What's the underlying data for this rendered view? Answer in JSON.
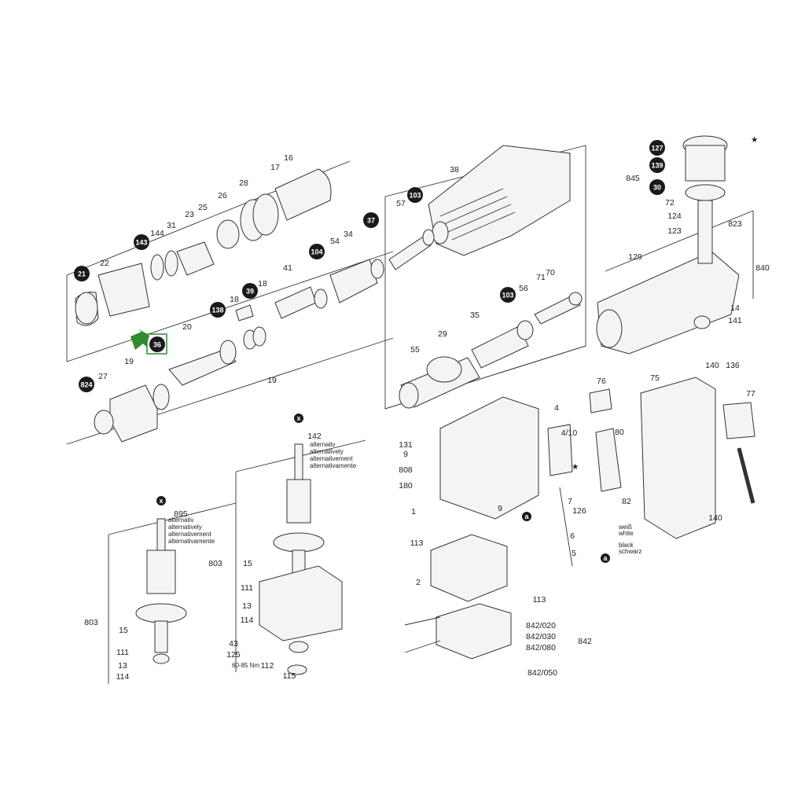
{
  "colors": {
    "accent": "#2e8b2e",
    "badge": "#1a1a1a",
    "line": "#333333"
  },
  "highlight": {
    "part_number": "36",
    "pointer": "arrow-icon"
  },
  "marks": {
    "star": "★",
    "x_mark": "x",
    "a_mark": "a"
  },
  "alternative_text": {
    "a1": "alternativ",
    "a2": "alternatively",
    "a3": "alternativement",
    "a4": "alternativamente"
  },
  "wire_labels": {
    "white_de": "weiß",
    "white_en": "white",
    "black_en": "black",
    "black_de": "schwarz"
  },
  "torque": "60-85 Nm",
  "parts": {
    "p21": "21",
    "p22": "22",
    "p143": "143",
    "p144": "144",
    "p31": "31",
    "p23": "23",
    "p25": "25",
    "p26": "26",
    "p28": "28",
    "p17": "17",
    "p16": "16",
    "p38": "38",
    "p103a": "103",
    "p57": "57",
    "p37": "37",
    "p104": "104",
    "p54": "54",
    "p34": "34",
    "p41": "41",
    "p39": "39",
    "p18a": "18",
    "p18b": "18",
    "p138": "138",
    "p20": "20",
    "p36": "36",
    "p27": "27",
    "p19a": "19",
    "p19b": "19",
    "p824": "824",
    "p127": "127",
    "p139": "139",
    "p30": "30",
    "p845": "845",
    "p72": "72",
    "p124": "124",
    "p123": "123",
    "p823": "823",
    "p129": "129",
    "p840": "840",
    "p14": "14",
    "p141": "141",
    "p103b": "103",
    "p56": "56",
    "p71": "71",
    "p70": "70",
    "p35": "35",
    "p29": "29",
    "p55": "55",
    "p140a": "140",
    "p136": "136",
    "p75": "75",
    "p77": "77",
    "p76": "76",
    "p4": "4",
    "p410": "4/10",
    "p80": "80",
    "p82": "82",
    "p140b": "140",
    "p126": "126",
    "p7": "7",
    "p6": "6",
    "p5": "5",
    "p131": "131",
    "p9a": "9",
    "p808": "808",
    "p180": "180",
    "p1": "1",
    "p9b": "9",
    "p113a": "113",
    "p2": "2",
    "p113b": "113",
    "p842020": "842/020",
    "p842030": "842/030",
    "p842080": "842/080",
    "p842050": "842/050",
    "p842": "842",
    "p142": "142",
    "p803a": "803",
    "p15a": "15",
    "p111a": "111",
    "p13a": "13",
    "p114a": "114",
    "p43": "43",
    "p125": "125",
    "p112": "112",
    "p115": "115",
    "p895": "895",
    "p803b": "803",
    "p15b": "15",
    "p111b": "111",
    "p13b": "13",
    "p114b": "114"
  }
}
